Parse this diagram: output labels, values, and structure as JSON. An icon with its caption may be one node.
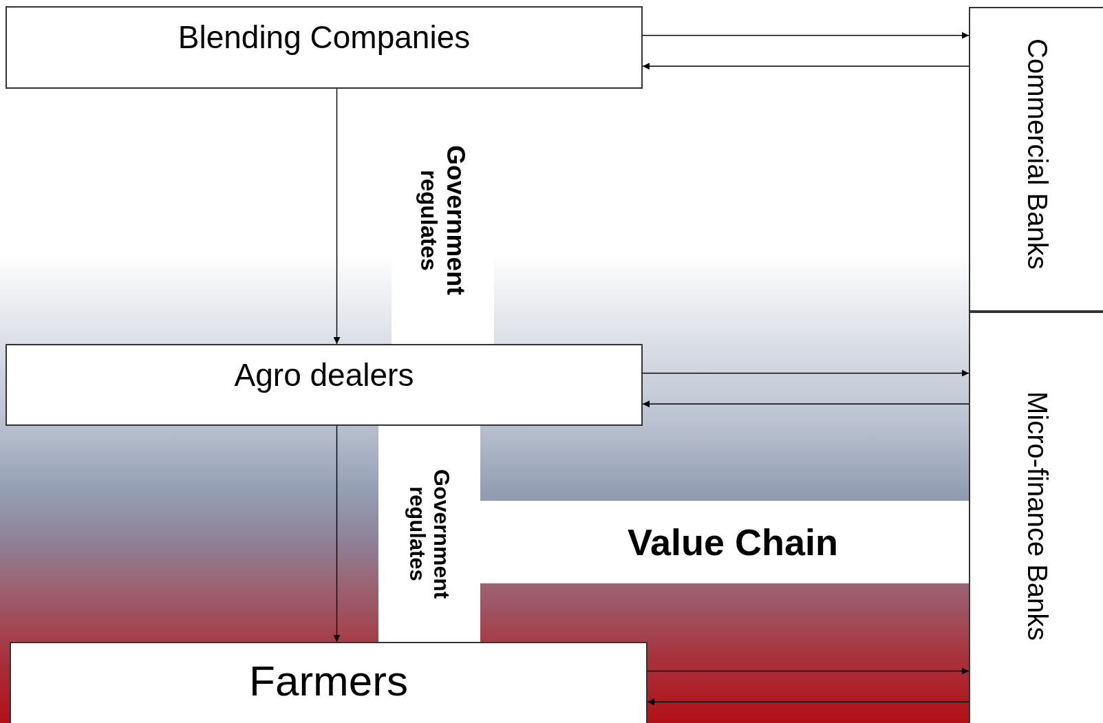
{
  "diagram": {
    "nodes": [
      {
        "text": [
          "Blending Companies"
        ]
      },
      {
        "text": [
          "Agro dealers"
        ]
      },
      {
        "text": [
          "Farmers"
        ]
      },
      {
        "text": [
          "Commercial Banks"
        ]
      },
      {
        "text": [
          "Micro-finance Banks"
        ]
      },
      {
        "text": [
          "Government",
          "regulates"
        ]
      },
      {
        "text": [
          "Government",
          "regulates"
        ]
      },
      {
        "text": [
          "Value Chain"
        ]
      }
    ],
    "edges": [
      {
        "from": 0,
        "to": 3,
        "arrow": "to"
      },
      {
        "from": 3,
        "to": 0,
        "arrow": "to"
      },
      {
        "from": 0,
        "to": 1,
        "arrow": "to"
      },
      {
        "from": 1,
        "to": 4,
        "arrow": "to"
      },
      {
        "from": 4,
        "to": 1,
        "arrow": "to"
      },
      {
        "from": 1,
        "to": 2,
        "arrow": "to"
      },
      {
        "from": 2,
        "to": 4,
        "arrow": "to"
      },
      {
        "from": 4,
        "to": 2,
        "arrow": "to"
      }
    ]
  }
}
